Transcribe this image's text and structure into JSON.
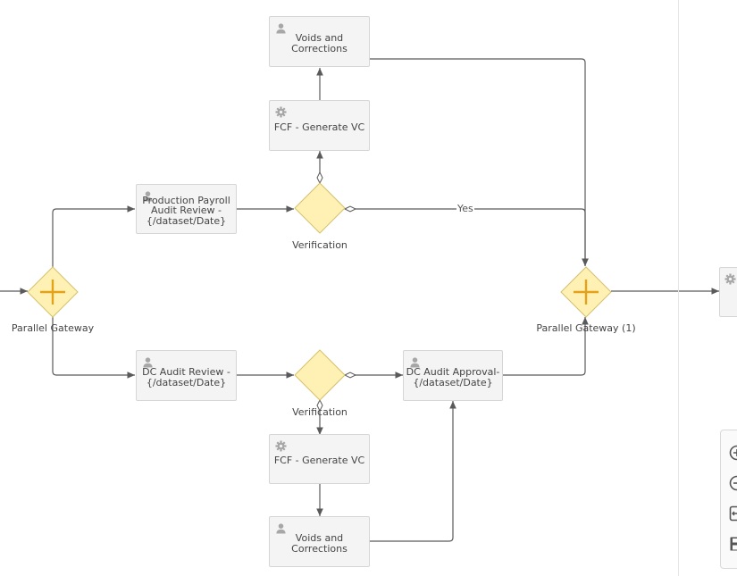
{
  "diagram": {
    "tasks": {
      "voids_top": {
        "type": "user",
        "lines": [
          "Voids and",
          "Corrections"
        ]
      },
      "fcf_top": {
        "type": "service",
        "lines": [
          "FCF - Generate VC"
        ]
      },
      "prod_review": {
        "type": "user",
        "lines": [
          "Production Payroll",
          "Audit Review -",
          "{/dataset/Date}"
        ]
      },
      "dc_review": {
        "type": "user",
        "lines": [
          "DC Audit Review -",
          "{/dataset/Date}"
        ]
      },
      "dc_approval": {
        "type": "user",
        "lines": [
          "DC Audit Approval-",
          "{/dataset/Date}"
        ]
      },
      "fcf_bottom": {
        "type": "service",
        "lines": [
          "FCF - Generate VC"
        ]
      },
      "voids_bottom": {
        "type": "user",
        "lines": [
          "Voids and",
          "Corrections"
        ]
      }
    },
    "gateways": {
      "pg_left": {
        "kind": "parallel",
        "label": "Parallel Gateway"
      },
      "verif_top": {
        "kind": "exclusive",
        "label": "Verification"
      },
      "verif_bottom": {
        "kind": "exclusive",
        "label": "Verification"
      },
      "pg_right": {
        "kind": "parallel",
        "label": "Parallel Gateway (1)"
      }
    },
    "edge_labels": {
      "yes": "Yes"
    },
    "colors": {
      "gateway_fill": "#fff1b3",
      "gateway_stroke": "#d4c16d",
      "plus": "#e3a21a",
      "edge": "#5a5a5a",
      "task_fill": "#f4f4f4",
      "task_border": "#d6d6d6",
      "icon": "#a7a7a7"
    }
  },
  "palette": {
    "buttons": [
      {
        "icon": "zoom-in-icon"
      },
      {
        "icon": "zoom-out-icon"
      },
      {
        "icon": "fit-screen-icon"
      },
      {
        "icon": "save-icon"
      }
    ]
  }
}
